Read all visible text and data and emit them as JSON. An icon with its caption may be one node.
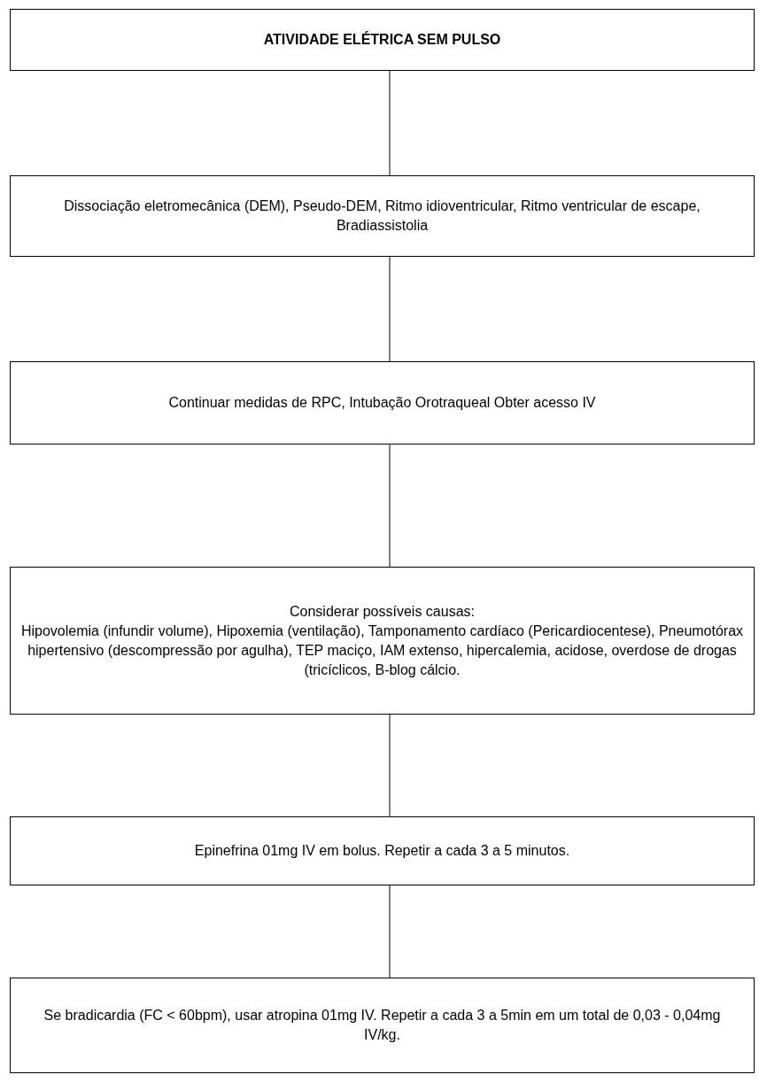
{
  "diagram": {
    "nodes": [
      {
        "text": [
          "ATIVIDADE ELÉTRICA SEM PULSO"
        ]
      },
      {
        "text": [
          "Dissociação eletromecânica (DEM), Pseudo-DEM, Ritmo idioventricular, Ritmo ventricular de escape, Bradiassistolia"
        ]
      },
      {
        "text": [
          "Continuar medidas de RPC, Intubação Orotraqueal Obter acesso IV"
        ]
      },
      {
        "text": [
          "Considerar possíveis causas:",
          "Hipovolemia (infundir volume), Hipoxemia (ventilação), Tamponamento cardíaco (Pericardiocentese), Pneumotórax hipertensivo (descompressão por agulha), TEP maciço, IAM extenso, hipercalemia, acidose, overdose de drogas (tricíclicos, B-blog cálcio."
        ]
      },
      {
        "text": [
          "Epinefrina 01mg IV em bolus. Repetir a cada 3 a 5 minutos."
        ]
      },
      {
        "text": [
          "Se bradicardia (FC < 60bpm), usar atropina 01mg IV. Repetir a cada 3 a 5min em um total de 0,03 - 0,04mg IV/kg."
        ]
      }
    ],
    "edges": [
      {
        "from": 0,
        "to": 1,
        "arrow": "none"
      },
      {
        "from": 1,
        "to": 2,
        "arrow": "none"
      },
      {
        "from": 2,
        "to": 3,
        "arrow": "none"
      },
      {
        "from": 3,
        "to": 4,
        "arrow": "none"
      },
      {
        "from": 4,
        "to": 5,
        "arrow": "none"
      }
    ]
  }
}
